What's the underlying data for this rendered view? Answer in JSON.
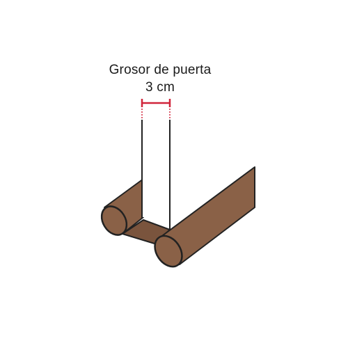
{
  "annotation": {
    "title": "Grosor de puerta",
    "measurement": "3 cm"
  },
  "colors": {
    "wood": "#8a6147",
    "wood_dark": "#7a543d",
    "outline": "#222222",
    "dimension": "#d0243a",
    "door": "#ffffff"
  },
  "icons": [
    "door-slab",
    "foam-roller-left",
    "foam-roller-right",
    "dimension-marker"
  ]
}
